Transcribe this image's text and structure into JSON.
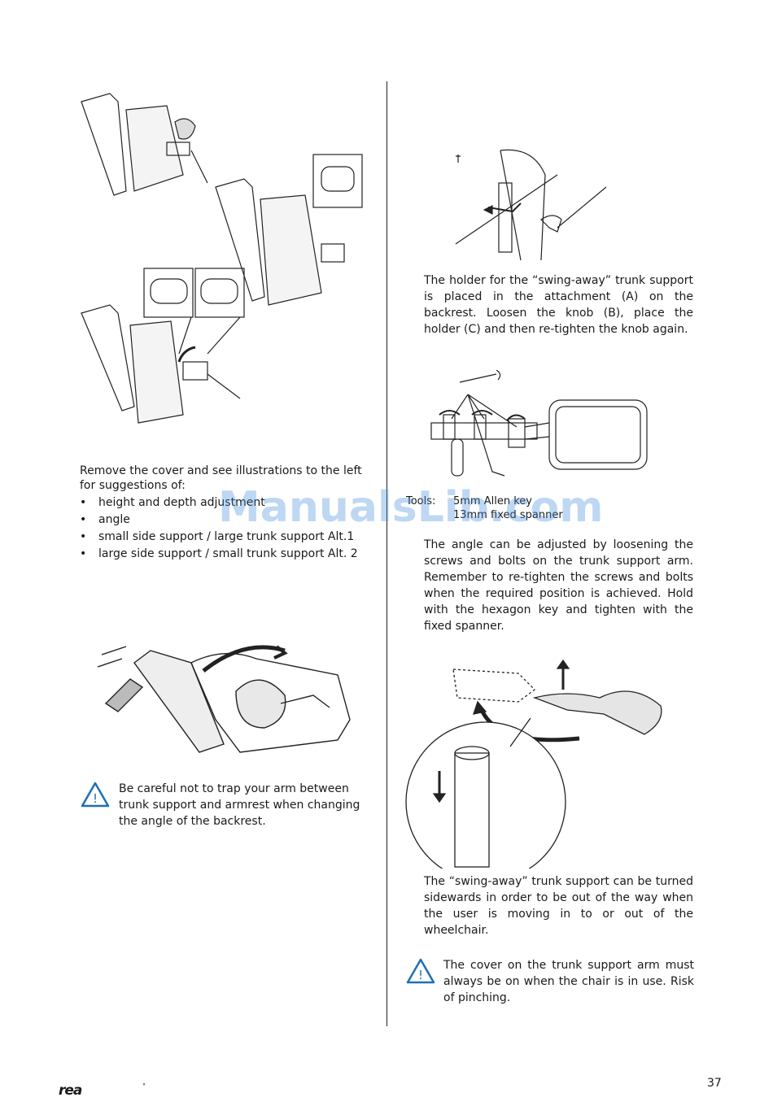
{
  "left": {
    "intro": "Remove the cover and see illustrations to the left for suggestions of:",
    "bullets": [
      "height and depth adjustment",
      "angle",
      "small side support / large trunk support  Alt.1",
      "large side support / small trunk support Alt. 2"
    ],
    "warning": "Be careful not to trap your arm between trunk support and armrest when changing the angle of the backrest."
  },
  "right": {
    "holder_text": "The holder for the “swing-away” trunk support is placed in the attachment (A) on the backrest. Loosen the knob (B), place the holder (C) and then re-tighten the knob again.",
    "tools_label": "Tools:",
    "tools": [
      "5mm Allen key",
      "13mm fixed spanner"
    ],
    "angle_text": "The angle can be adjusted by loosening the screws and bolts on the trunk support arm. Remember to re-tighten the screws and bolts when the required position is achieved. Hold with the hexagon key and tighten with the fixed spanner.",
    "swing_text": "The “swing-away” trunk support can be turned sidewards in order to be out of the way when the user is moving in to or out of the wheelchair.",
    "warning": "The cover on the trunk support arm must always be on when the chair is in use. Risk of pinching."
  },
  "watermark": "ManualsLib.com",
  "footer": {
    "logo": "rea",
    "mark": "°",
    "page": "37"
  },
  "colors": {
    "warning_blue": "#1f6fb5",
    "watermark": "#468cdc"
  }
}
